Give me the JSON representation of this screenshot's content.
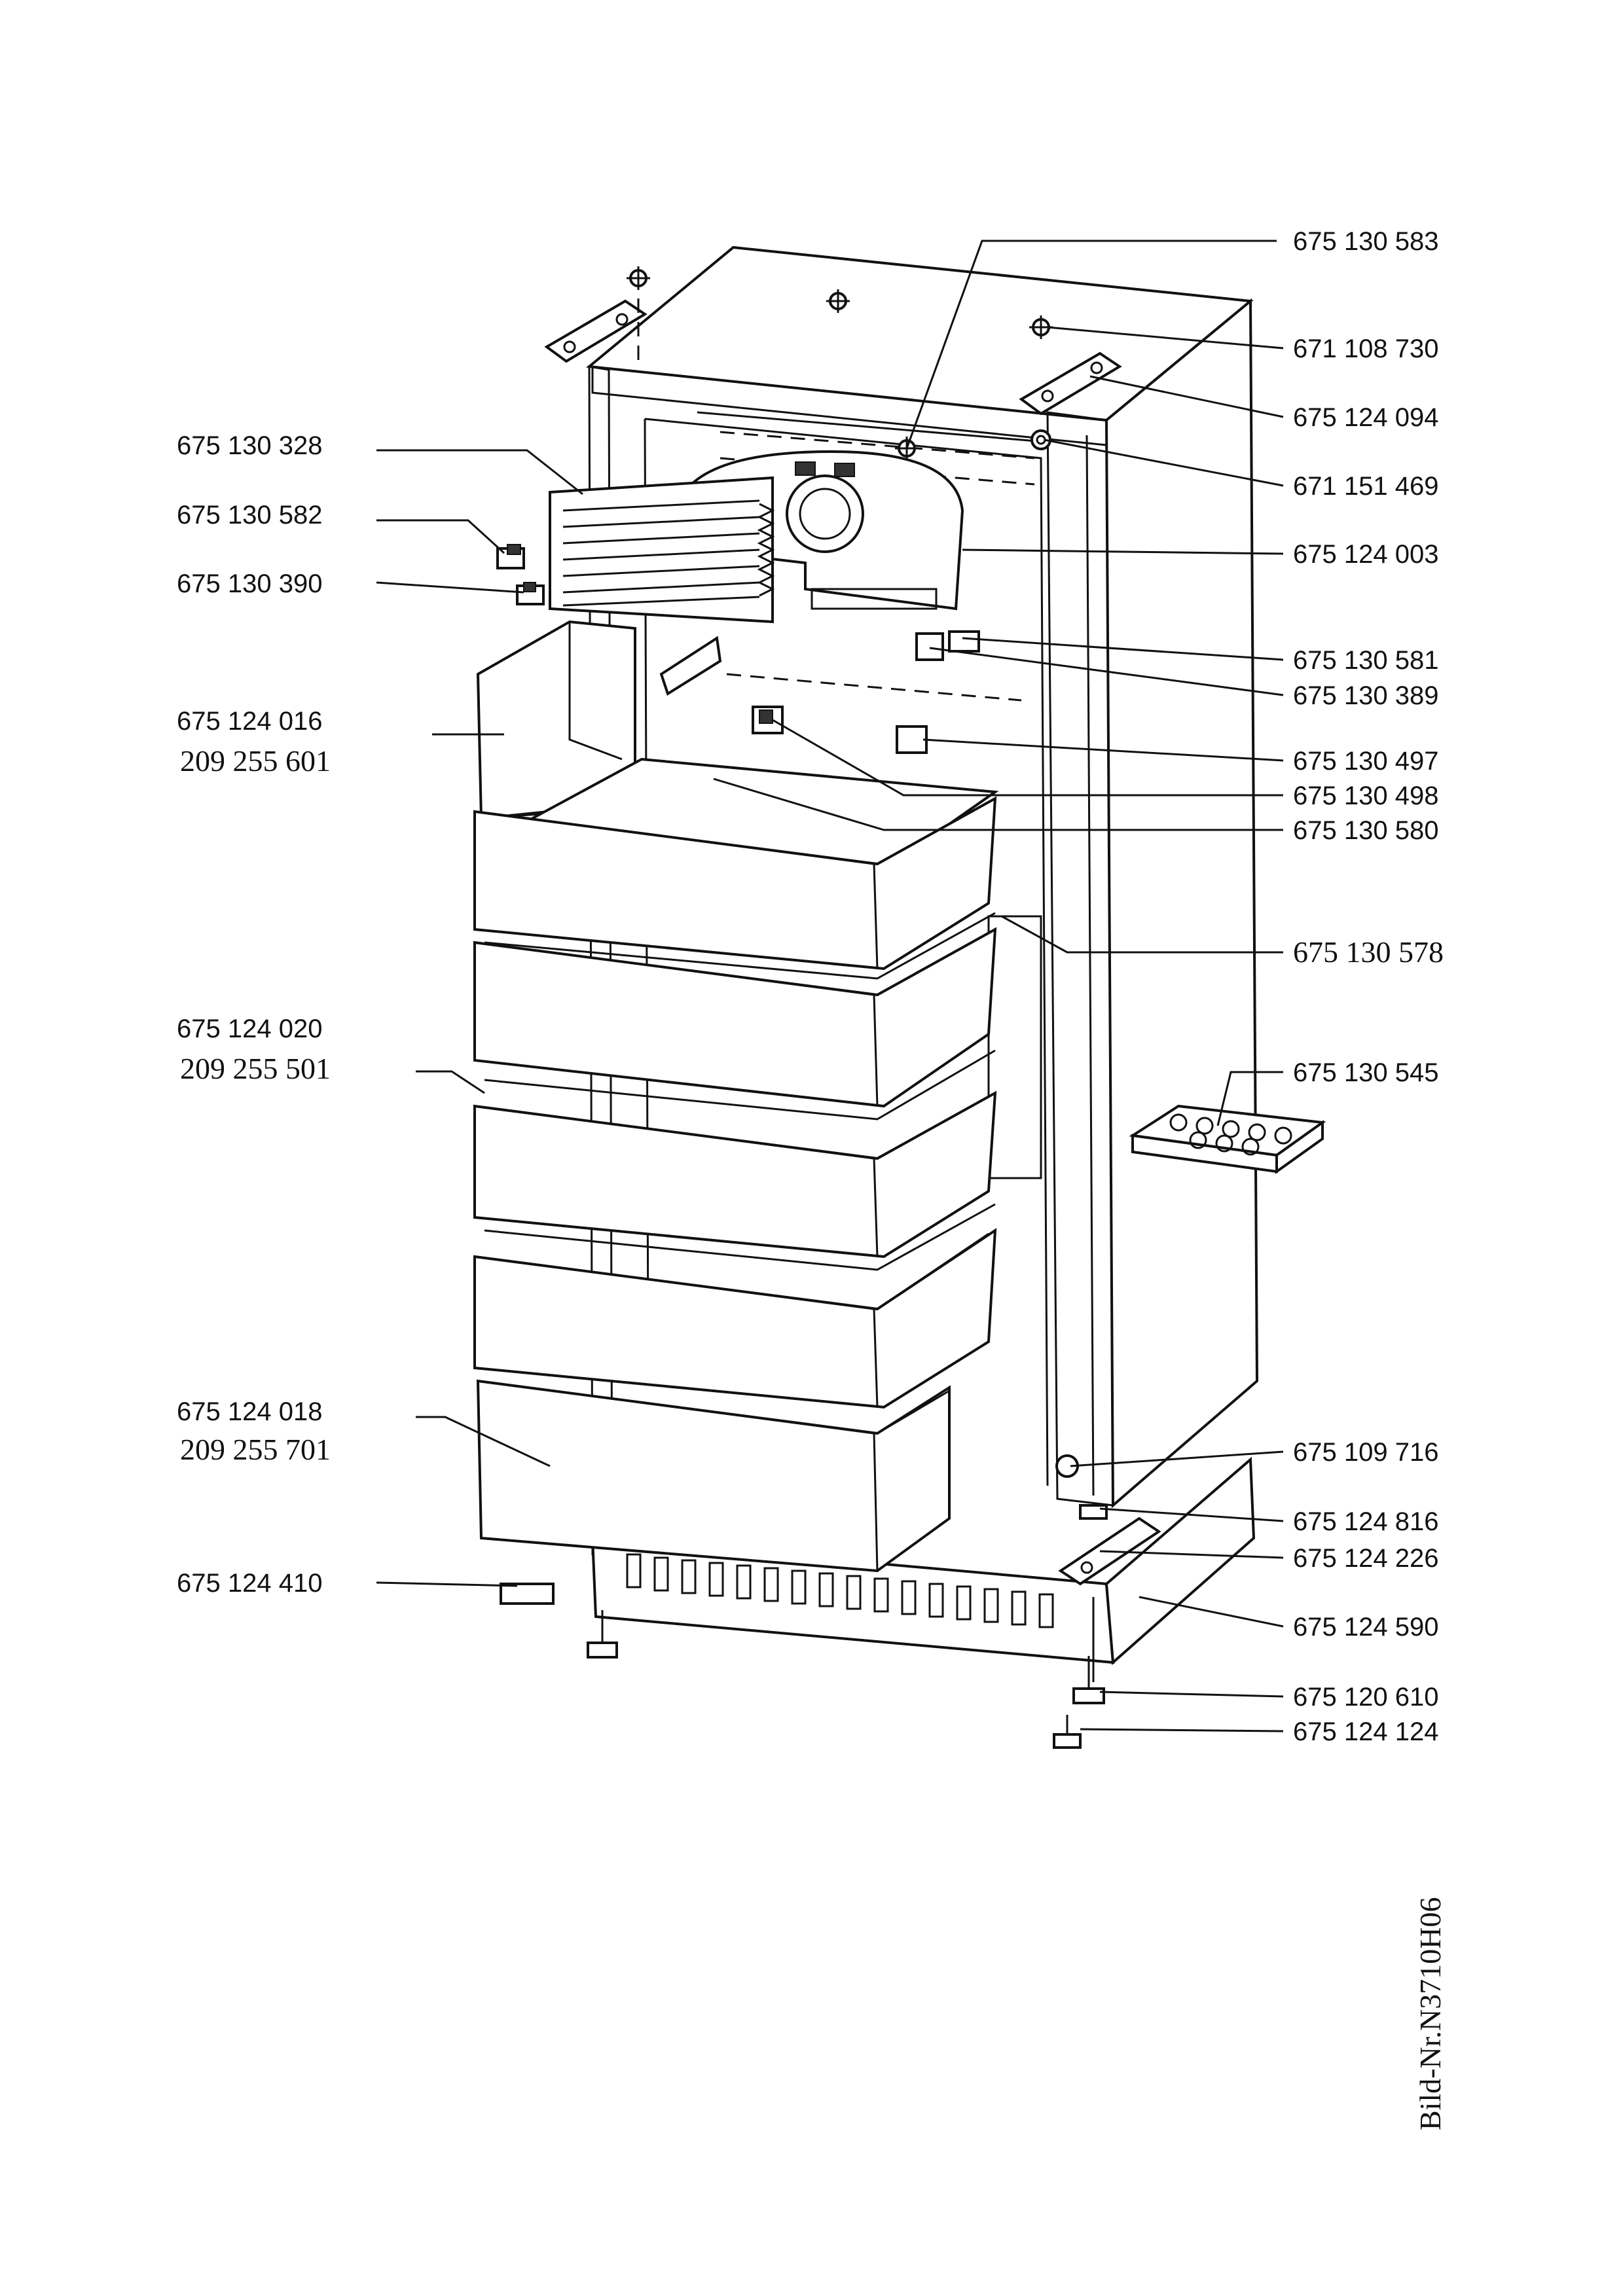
{
  "labels_right": [
    {
      "id": "r1",
      "text": "675 130 583"
    },
    {
      "id": "r2",
      "text": "671 108 730"
    },
    {
      "id": "r3",
      "text": "675 124 094"
    },
    {
      "id": "r4",
      "text": "671 151 469"
    },
    {
      "id": "r5",
      "text": "675 124 003"
    },
    {
      "id": "r6",
      "text": "675 130 581"
    },
    {
      "id": "r7",
      "text": "675 130 389"
    },
    {
      "id": "r8",
      "text": "675 130 497"
    },
    {
      "id": "r9",
      "text": "675 130 498"
    },
    {
      "id": "r10",
      "text": "675 130 580"
    },
    {
      "id": "r11",
      "text": "675 130 578"
    },
    {
      "id": "r12",
      "text": "675 130 545"
    },
    {
      "id": "r13",
      "text": "675 109 716"
    },
    {
      "id": "r14",
      "text": "675 124 816"
    },
    {
      "id": "r15",
      "text": "675 124 226"
    },
    {
      "id": "r16",
      "text": "675 124 590"
    },
    {
      "id": "r17",
      "text": "675 120 610"
    },
    {
      "id": "r18",
      "text": "675 124 124"
    }
  ],
  "labels_left": [
    {
      "id": "l1",
      "text": "675 130 328"
    },
    {
      "id": "l2",
      "text": "675 130 582"
    },
    {
      "id": "l3",
      "text": "675 130 390"
    },
    {
      "id": "l4a",
      "text": "675 124 016"
    },
    {
      "id": "l4b",
      "text": "209 255 601"
    },
    {
      "id": "l5a",
      "text": "675 124 020"
    },
    {
      "id": "l5b",
      "text": "209 255 501"
    },
    {
      "id": "l6a",
      "text": "675 124 018"
    },
    {
      "id": "l6b",
      "text": "209 255 701"
    },
    {
      "id": "l7",
      "text": "675 124 410"
    }
  ],
  "figure_id": "Bild-Nr.N3710H06"
}
